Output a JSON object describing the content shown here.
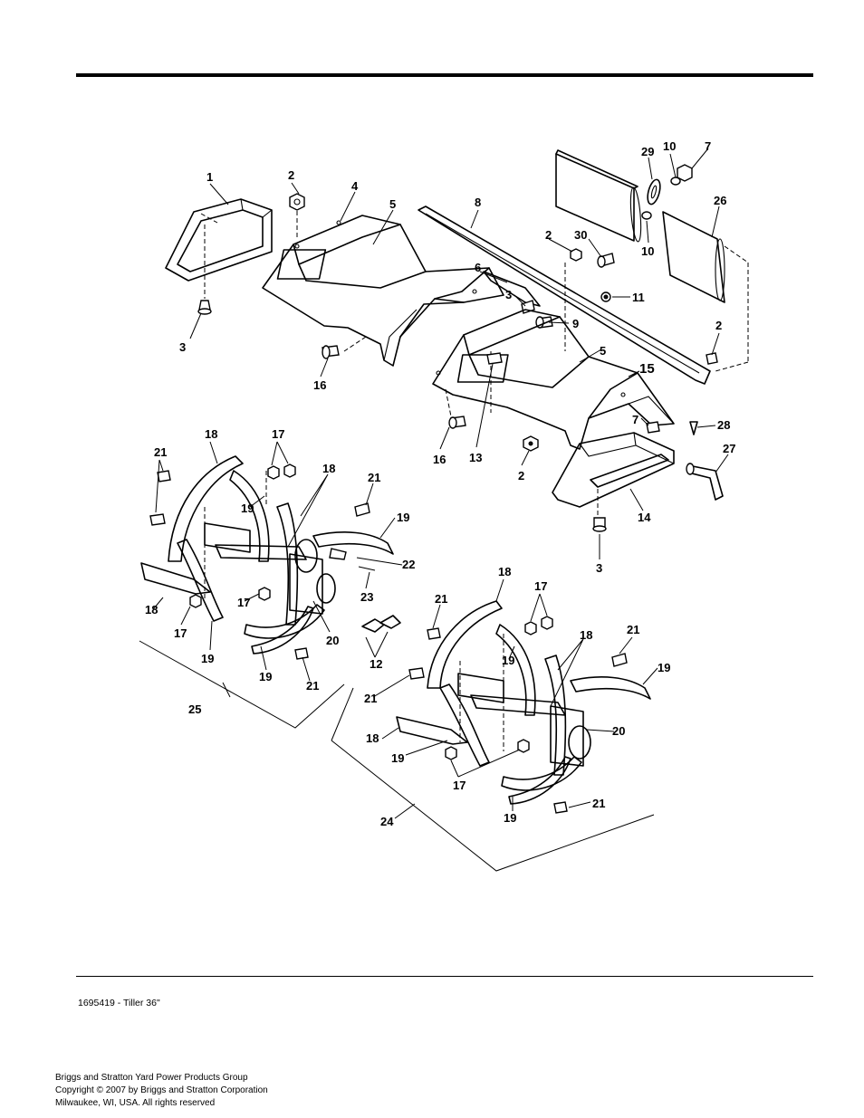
{
  "footer": {
    "doc_id": "1695419 - Tiller 36\"",
    "company": "Briggs and Stratton Yard Power Products Group",
    "copyright": "Copyright ©  2007 by Briggs and Stratton Corporation",
    "location": "Milwaukee, WI, USA. All rights reserved"
  },
  "callouts": {
    "c1": "1",
    "c2a": "2",
    "c3a": "3",
    "c4": "4",
    "c5a": "5",
    "c8": "8",
    "c2b": "2",
    "c30": "30",
    "c29": "29",
    "c10a": "10",
    "c7a": "7",
    "c10b": "10",
    "c26": "26",
    "c6": "6",
    "c3b": "3",
    "c9": "9",
    "c11": "11",
    "c2c": "2",
    "c5b": "5",
    "c15": "15",
    "c16a": "16",
    "c16b": "16",
    "c13": "13",
    "c2d": "2",
    "c7b": "7",
    "c28": "28",
    "c27": "27",
    "c14": "14",
    "c3c": "3",
    "t18a": "18",
    "t17a": "17",
    "t21a": "21",
    "t19a": "19",
    "t18b": "18",
    "t21b": "21",
    "t19b": "19",
    "t22": "22",
    "t23": "23",
    "t18c": "18",
    "t17b": "17",
    "t17c": "17",
    "t19c": "19",
    "t20a": "20",
    "t19d": "19",
    "t21c": "21",
    "t25": "25",
    "t12": "12",
    "u18a": "18",
    "u17a": "17",
    "u21a": "21",
    "u19a": "19",
    "u18b": "18",
    "u21b": "21",
    "u21c": "21",
    "u19b": "19",
    "u18c": "18",
    "u20": "20",
    "u19c": "19",
    "u17b": "17",
    "u19d": "19",
    "u21d": "21",
    "u24": "24"
  }
}
